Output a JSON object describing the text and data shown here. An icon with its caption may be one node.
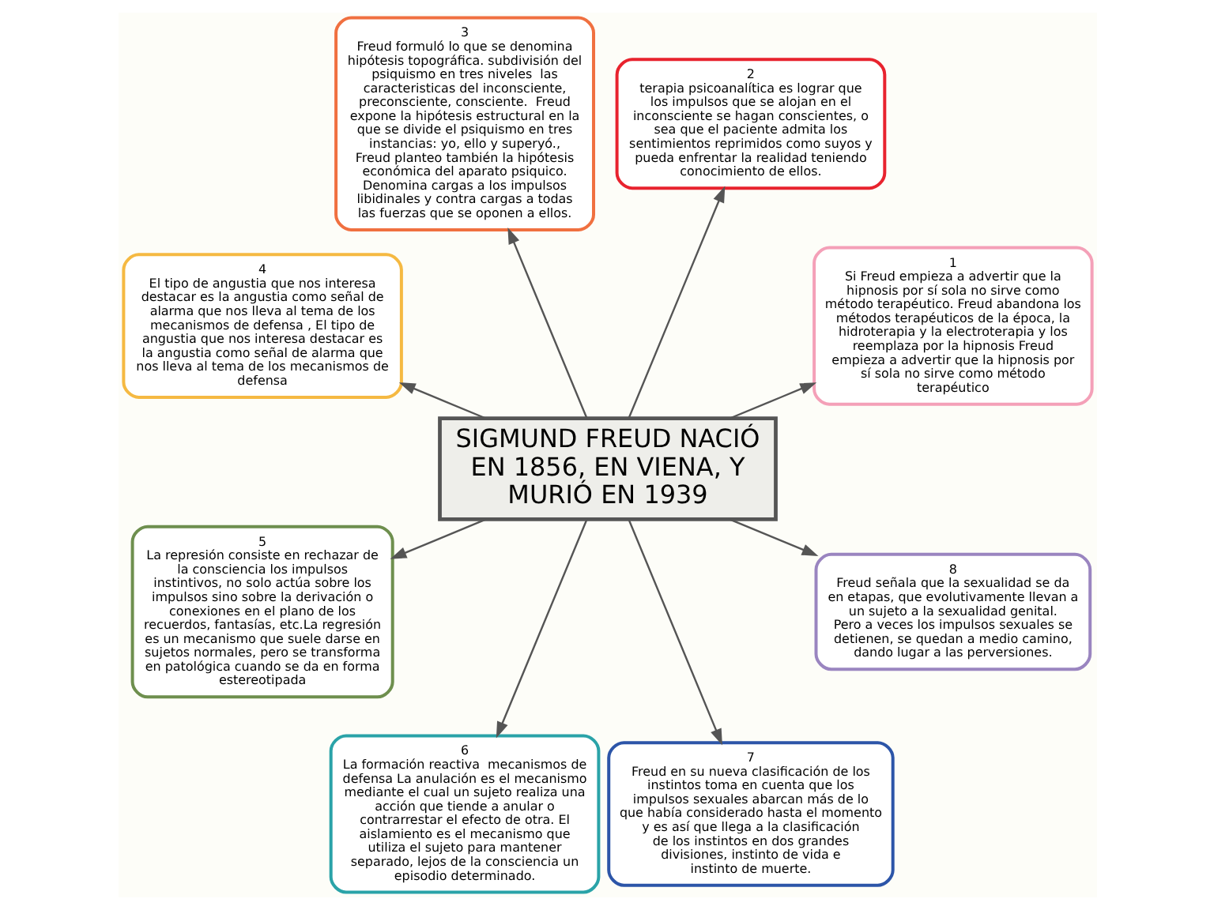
{
  "diagram": {
    "nodes": [
      {
        "text": [
          "SIGMUND FREUD NACIÓ EN 1856, EN VIENA, Y MURIÓ EN 1939"
        ]
      },
      {
        "text": [
          "1",
          "Si Freud empieza a advertir que la hipnosis por sí sola no sirve como método terapéutico. Freud abandona los métodos terapéuticos de la época, la hidroterapia y la electroterapia y los reemplaza por la hipnosis Freud empieza a advertir que la hipnosis por sí sola no sirve como método terapéutico"
        ]
      },
      {
        "text": [
          "2",
          "terapia psicoanalítica es lograr que los impulsos que se alojan en el inconsciente se hagan conscientes, o sea que el paciente admita los sentimientos reprimidos como suyos y pueda enfrentar la realidad teniendo conocimiento de ellos."
        ]
      },
      {
        "text": [
          "3",
          "Freud formuló lo que se denomina hipótesis topográfica. subdivisión del psiquismo en tres niveles  las caracteristicas del inconsciente, preconsciente, consciente.  Freud expone la hipótesis estructural en la que se divide el psiquismo en tres instancias: yo, ello y superyó.,  Freud planteo también la hipótesis económica del aparato psiquico. Denomina cargas a los impulsos libidinales y contra cargas a todas las fuerzas que se oponen a ellos."
        ]
      },
      {
        "text": [
          "4",
          "El tipo de angustia que nos interesa destacar es la angustia como señal de alarma que nos lleva al tema de los mecanismos de defensa , El tipo de angustia que nos interesa destacar es la angustia como señal de alarma que nos lleva al tema de los mecanismos de defensa"
        ]
      },
      {
        "text": [
          "5",
          "La represión consiste en rechazar de la consciencia los impulsos instintivos, no solo actúa sobre los impulsos sino sobre la derivación o conexiones en el plano de los recuerdos, fantasías, etc.La regresión es un mecanismo que suele darse en sujetos normales, pero se transforma en patológica cuando se da en forma estereotipada"
        ]
      },
      {
        "text": [
          "6",
          "La formación reactiva  mecanismos de defensa La anulación es el mecanismo mediante el cual un sujeto realiza una acción que tiende a anular o contrarrestar el efecto de otra. El aislamiento es el mecanismo que utiliza el sujeto para mantener separado, lejos de la consciencia un episodio determinado."
        ]
      },
      {
        "text": [
          "7",
          "Freud en su nueva clasificación de los instintos toma en cuenta que los impulsos sexuales abarcan más de lo que había considerado hasta el momento y es así que llega a la clasificación de los instintos en dos grandes divisiones, instinto de vida e instinto de muerte."
        ]
      },
      {
        "text": [
          "8",
          "Freud señala que la sexualidad se da en etapas, que evolutivamente llevan a un sujeto a la sexualidad genital. Pero a veces los impulsos sexuales se detienen, se quedan a medio camino, dando lugar a las perversiones."
        ]
      }
    ],
    "edges": [
      {
        "from": 0,
        "to": 1,
        "arrow": "to"
      },
      {
        "from": 0,
        "to": 2,
        "arrow": "to"
      },
      {
        "from": 0,
        "to": 3,
        "arrow": "to"
      },
      {
        "from": 0,
        "to": 4,
        "arrow": "to"
      },
      {
        "from": 0,
        "to": 5,
        "arrow": "to"
      },
      {
        "from": 0,
        "to": 6,
        "arrow": "to"
      },
      {
        "from": 0,
        "to": 7,
        "arrow": "to"
      },
      {
        "from": 0,
        "to": 8,
        "arrow": "to"
      }
    ]
  }
}
